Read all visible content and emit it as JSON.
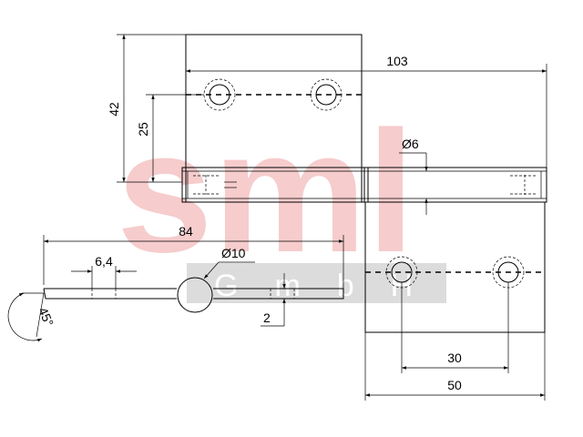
{
  "watermark": {
    "brand": "sml",
    "company": "GmbH",
    "brand_color": "#f6cccc",
    "bar_color": "#dcdcdc"
  },
  "dimensions": {
    "total_height": "42",
    "pin_height": "25",
    "total_width": "103",
    "pin_diameter": "Ø6",
    "leaf_length": "84",
    "hole_diameter": "6,4",
    "knuckle_diameter": "Ø10",
    "thickness": "2",
    "angle": "45°",
    "hole_spacing": "30",
    "leaf_width": "50"
  }
}
